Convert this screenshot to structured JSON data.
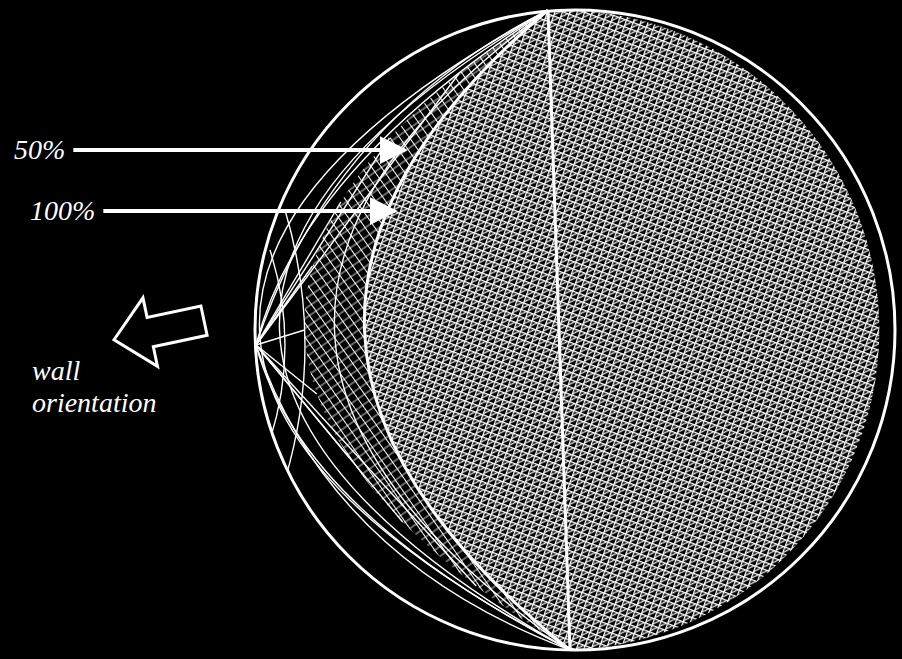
{
  "diagram": {
    "labels": [
      "50%",
      "100%",
      "wall orientation"
    ]
  }
}
